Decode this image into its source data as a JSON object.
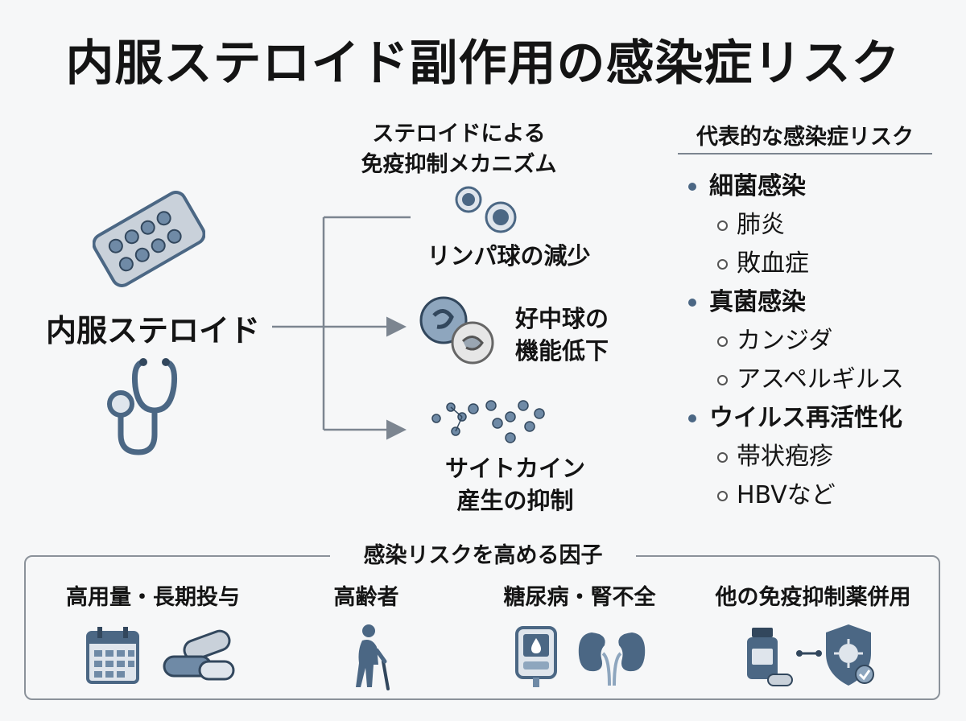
{
  "title": "内服ステロイド副作用の感染症リスク",
  "left": {
    "label": "内服ステロイド"
  },
  "mechanism": {
    "title_line1": "ステロイドによる",
    "title_line2": "免疫抑制メカニズム",
    "items": [
      {
        "line1": "リンパ球の減少",
        "line2": ""
      },
      {
        "line1": "好中球の",
        "line2": "機能低下"
      },
      {
        "line1": "サイトカイン",
        "line2": "産生の抑制"
      }
    ]
  },
  "risks": {
    "title": "代表的な感染症リスク",
    "categories": [
      {
        "label": "細菌感染",
        "items": [
          "肺炎",
          "敗血症"
        ]
      },
      {
        "label": "真菌感染",
        "items": [
          "カンジダ",
          "アスペルギルス"
        ]
      },
      {
        "label": "ウイルス再活性化",
        "items": [
          "帯状疱疹",
          "HBVなど"
        ]
      }
    ]
  },
  "factors": {
    "title": "感染リスクを高める因子",
    "items": [
      {
        "label": "高用量・長期投与",
        "icons": [
          "calendar-icon",
          "capsules-icon"
        ]
      },
      {
        "label": "高齢者",
        "icons": [
          "elderly-person-icon"
        ]
      },
      {
        "label": "糖尿病・腎不全",
        "icons": [
          "glucose-meter-icon",
          "kidneys-icon"
        ]
      },
      {
        "label": "他の免疫抑制薬併用",
        "icons": [
          "medicine-bottle-icon",
          "shield-virus-icon"
        ]
      }
    ]
  },
  "colors": {
    "icon_fill": "#4b6784",
    "icon_light": "#b9c6d4",
    "line": "#7c8590",
    "text": "#141414"
  }
}
